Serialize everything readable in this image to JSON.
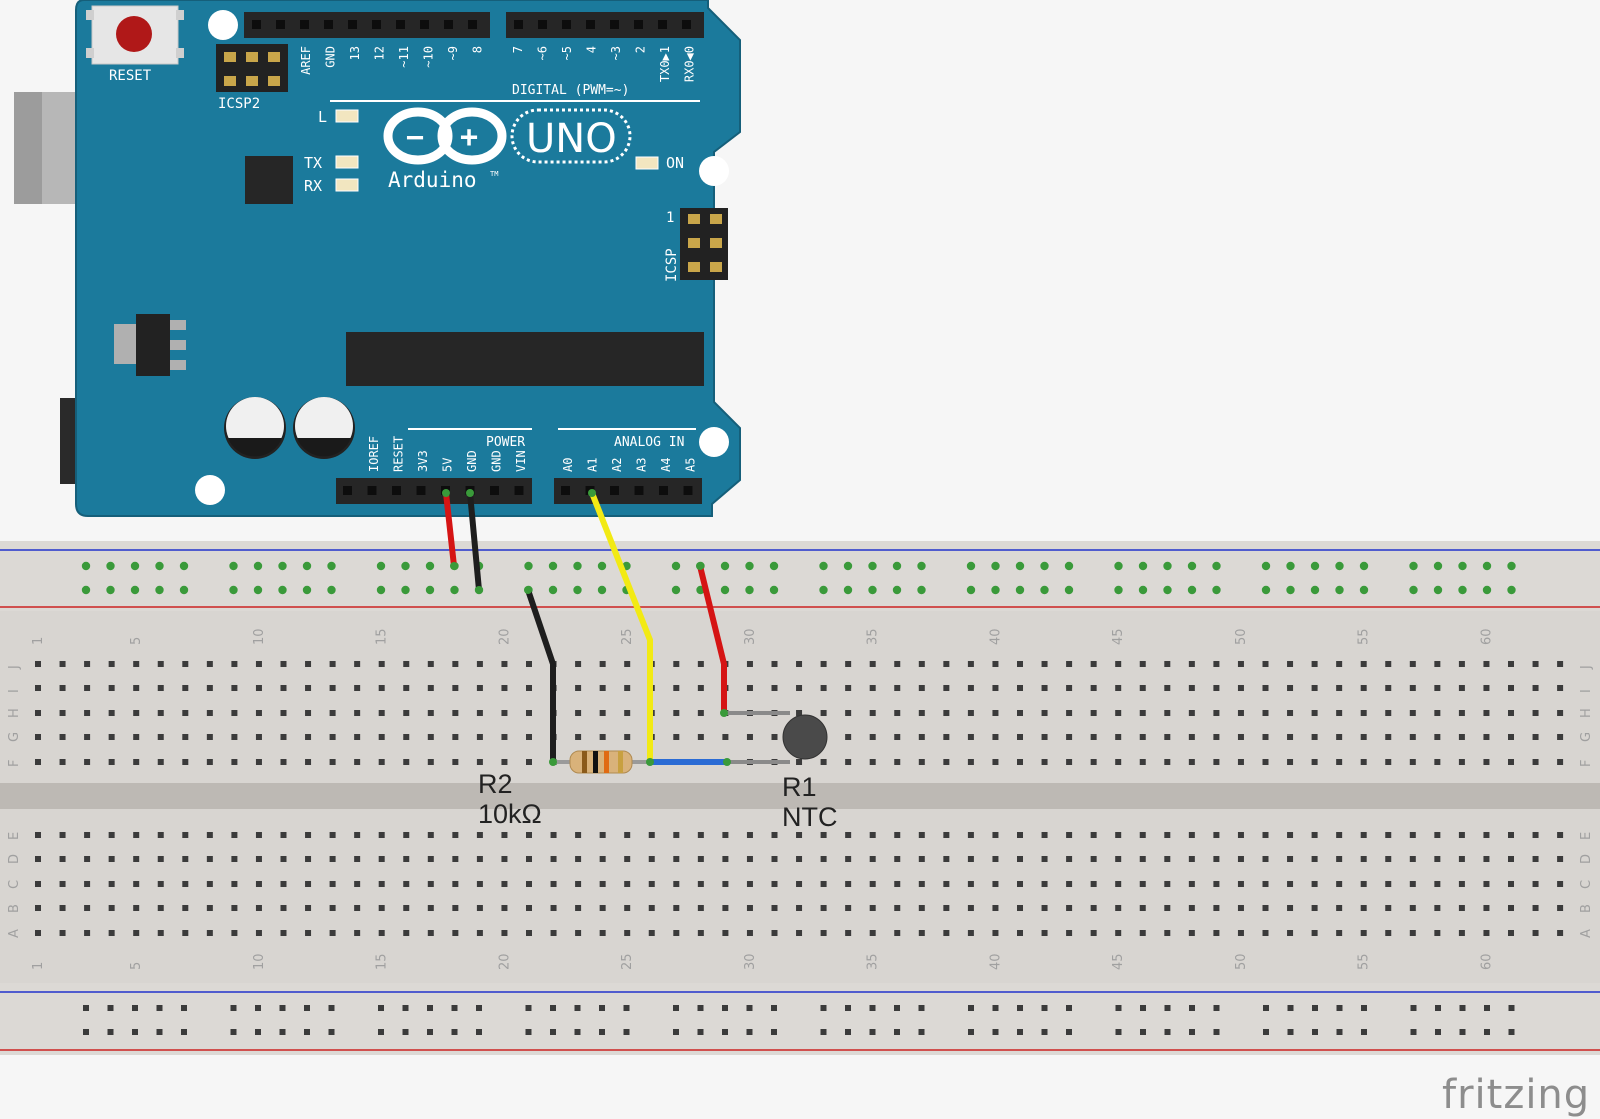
{
  "board": {
    "reset_label": "RESET",
    "icsp2_label": "ICSP2",
    "icsp_label": "ICSP",
    "icsp_pin1": "1",
    "digital_label": "DIGITAL (PWM=~)",
    "digital_pins_left": [
      "AREF",
      "GND",
      "13",
      "12",
      "~11",
      "~10",
      "~9",
      "8"
    ],
    "digital_pins_right": [
      "7",
      "~6",
      "~5",
      "4",
      "~3",
      "2",
      "TX0▶1",
      "RX0◀0"
    ],
    "led_l": "L",
    "led_tx": "TX",
    "led_rx": "RX",
    "led_on": "ON",
    "logo_minus": "−",
    "logo_plus": "+",
    "uno_label": "UNO",
    "brand_label": "Arduino",
    "tm": "TM",
    "power_label": "POWER",
    "power_pins": [
      "IOREF",
      "RESET",
      "3V3",
      "5V",
      "GND",
      "GND",
      "VIN"
    ],
    "analog_label": "ANALOG IN",
    "analog_pins": [
      "A0",
      "A1",
      "A2",
      "A3",
      "A4",
      "A5"
    ]
  },
  "breadboard": {
    "column_numbers": [
      "1",
      "5",
      "10",
      "15",
      "20",
      "25",
      "30",
      "35",
      "40",
      "45",
      "50",
      "55",
      "60"
    ],
    "rows_top": [
      "J",
      "I",
      "H",
      "G",
      "F"
    ],
    "rows_bottom": [
      "E",
      "D",
      "C",
      "B",
      "A"
    ]
  },
  "components": {
    "resistor": {
      "ref": "R2",
      "value": "10kΩ"
    },
    "thermistor": {
      "ref": "R1",
      "value": "NTC"
    }
  },
  "wires": [
    {
      "name": "5v-wire",
      "color": "#d51414"
    },
    {
      "name": "gnd-wire",
      "color": "#1e1e1e"
    },
    {
      "name": "a1-wire",
      "color": "#f2ea14"
    },
    {
      "name": "ntc-power-wire",
      "color": "#d51414"
    },
    {
      "name": "resistor-gnd-wire",
      "color": "#1e1e1e"
    },
    {
      "name": "bridge-wire",
      "color": "#2a6bd4"
    }
  ],
  "colors": {
    "board": "#1b7a9c",
    "board_dark": "#155f7a",
    "breadboard": "#d9d6d2",
    "rail_blue": "#2233cc",
    "rail_red": "#cc2222",
    "hole_green": "#3a9a3a"
  },
  "watermark": "fritzing"
}
